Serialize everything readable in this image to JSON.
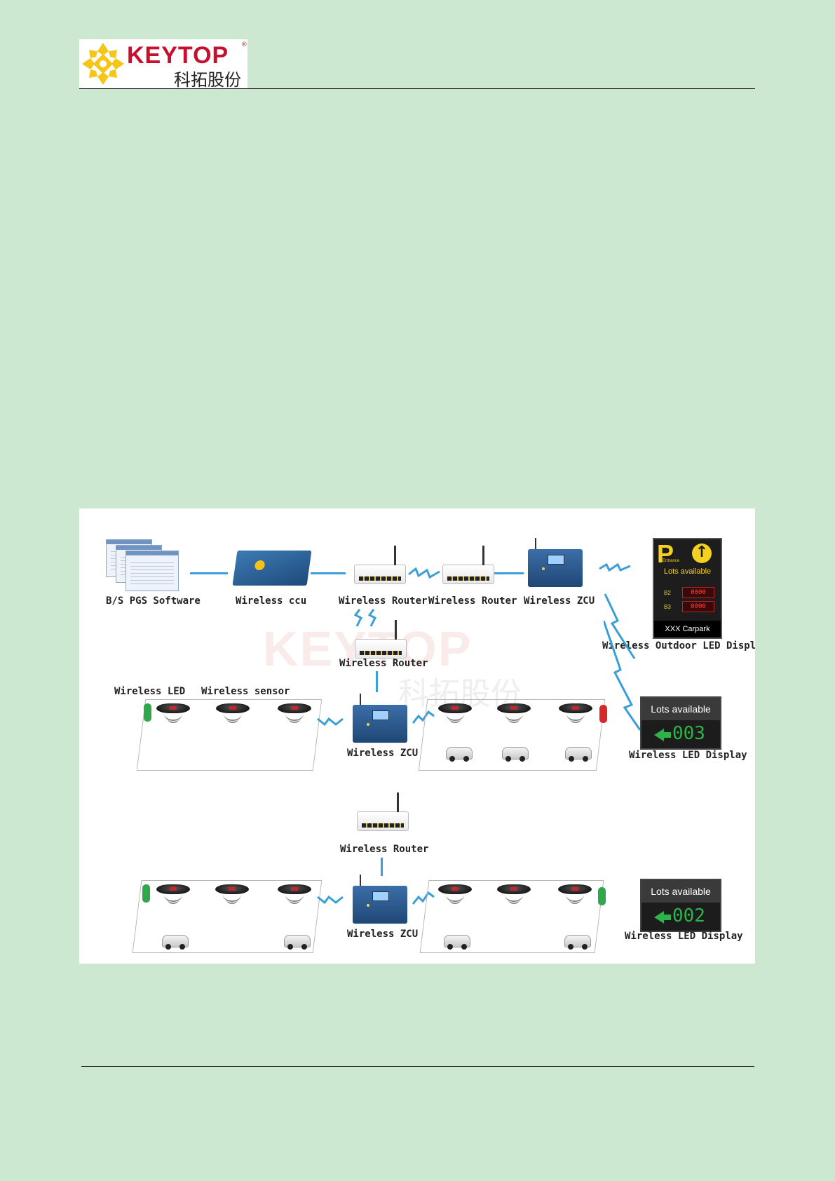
{
  "header": {
    "logo_brand": "KEYTOP",
    "logo_cn": "科拓股份"
  },
  "diagram": {
    "labels": {
      "bs_software": "B/S PGS Software",
      "wireless_ccu": "Wireless ccu",
      "router_1": "Wireless Router",
      "router_2": "Wireless Router",
      "zcu_top": "Wireless ZCU",
      "outdoor_display": "Wireless Outdoor LED Display",
      "router_mid": "Wireless Router",
      "wireless_led": "Wireless LED",
      "wireless_sensor": "Wireless sensor",
      "zcu_mid": "Wireless ZCU",
      "led_display_mid": "Wireless LED Display",
      "router_bottom": "Wireless Router",
      "zcu_bottom": "Wireless ZCU",
      "led_display_bottom": "Wireless LED Display"
    },
    "outdoor_sign": {
      "p": "P",
      "entrance": "Entrance",
      "arrow": "↑",
      "lots": "Lots available",
      "rows": [
        {
          "level": "B2",
          "value": "0000"
        },
        {
          "level": "B3",
          "value": "0000"
        }
      ],
      "footer": "XXX Carpark"
    },
    "sign_mid": {
      "title": "Lots available",
      "count": "003"
    },
    "sign_bottom": {
      "title": "Lots available",
      "count": "002"
    },
    "watermark": {
      "brand": "KEYTOP",
      "cn": "科拓股份"
    },
    "colors": {
      "wire": "#3a9fd6",
      "led_green": "#2ea84a",
      "led_red": "#d8282a"
    }
  }
}
